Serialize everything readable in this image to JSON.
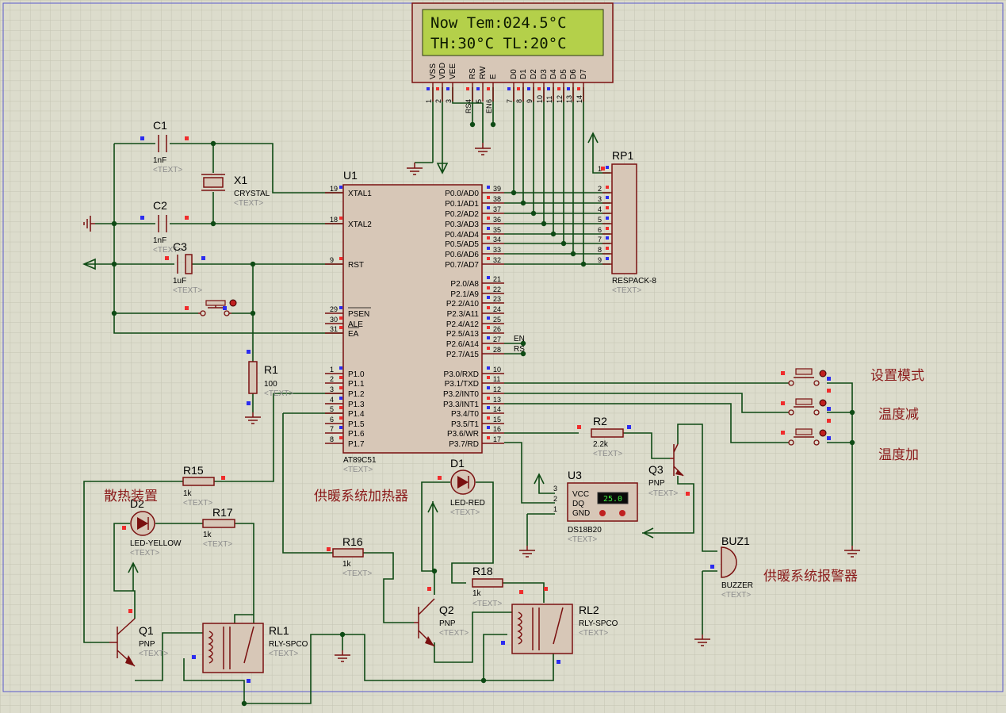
{
  "colors": {
    "background": "#dcdccc",
    "grid": "#c4c4b2",
    "wire": "#0e4a14",
    "component": "#7a1010",
    "body_fill": "#d7c7b7",
    "lcd_screen": "#b4d04a",
    "annotation": "#8b1a1a"
  },
  "lcd": {
    "line1": "Now Tem:024.5°C",
    "line2": "TH:30°C  TL:20°C",
    "pin_labels": [
      "VSS",
      "VDD",
      "VEE",
      "RS",
      "RW",
      "E",
      "D0",
      "D1",
      "D2",
      "D3",
      "D4",
      "D5",
      "D6",
      "D7"
    ],
    "pin_numbers": [
      "1",
      "2",
      "3",
      "4",
      "5",
      "6",
      "7",
      "8",
      "9",
      "10",
      "11",
      "12",
      "13",
      "14"
    ]
  },
  "mcu": {
    "ref": "U1",
    "part": "AT89C51",
    "text_placeholder": "<TEXT>",
    "left_pins": [
      {
        "num": "19",
        "name": "XTAL1"
      },
      {
        "num": "18",
        "name": "XTAL2"
      },
      {
        "num": "9",
        "name": "RST"
      },
      {
        "num": "29",
        "name": "PSEN"
      },
      {
        "num": "30",
        "name": "ALE"
      },
      {
        "num": "31",
        "name": "EA"
      },
      {
        "num": "1",
        "name": "P1.0"
      },
      {
        "num": "2",
        "name": "P1.1"
      },
      {
        "num": "3",
        "name": "P1.2"
      },
      {
        "num": "4",
        "name": "P1.3"
      },
      {
        "num": "5",
        "name": "P1.4"
      },
      {
        "num": "6",
        "name": "P1.5"
      },
      {
        "num": "7",
        "name": "P1.6"
      },
      {
        "num": "8",
        "name": "P1.7"
      }
    ],
    "right_pins": [
      {
        "num": "39",
        "name": "P0.0/AD0"
      },
      {
        "num": "38",
        "name": "P0.1/AD1"
      },
      {
        "num": "37",
        "name": "P0.2/AD2"
      },
      {
        "num": "36",
        "name": "P0.3/AD3"
      },
      {
        "num": "35",
        "name": "P0.4/AD4"
      },
      {
        "num": "34",
        "name": "P0.5/AD5"
      },
      {
        "num": "33",
        "name": "P0.6/AD6"
      },
      {
        "num": "32",
        "name": "P0.7/AD7"
      },
      {
        "num": "21",
        "name": "P2.0/A8"
      },
      {
        "num": "22",
        "name": "P2.1/A9"
      },
      {
        "num": "23",
        "name": "P2.2/A10"
      },
      {
        "num": "24",
        "name": "P2.3/A11"
      },
      {
        "num": "25",
        "name": "P2.4/A12"
      },
      {
        "num": "26",
        "name": "P2.5/A13"
      },
      {
        "num": "27",
        "name": "P2.6/A14"
      },
      {
        "num": "28",
        "name": "P2.7/A15"
      },
      {
        "num": "10",
        "name": "P3.0/RXD"
      },
      {
        "num": "11",
        "name": "P3.1/TXD"
      },
      {
        "num": "12",
        "name": "P3.2/INT0"
      },
      {
        "num": "13",
        "name": "P3.3/INT1"
      },
      {
        "num": "14",
        "name": "P3.4/T0"
      },
      {
        "num": "15",
        "name": "P3.5/T1"
      },
      {
        "num": "16",
        "name": "P3.6/WR"
      },
      {
        "num": "17",
        "name": "P3.7/RD"
      }
    ]
  },
  "net_labels": {
    "en": "EN",
    "rs": "RS"
  },
  "rp1": {
    "ref": "RP1",
    "part": "RESPACK-8",
    "text": "<TEXT>",
    "pins": [
      "1",
      "2",
      "3",
      "4",
      "5",
      "6",
      "7",
      "8",
      "9"
    ]
  },
  "c1": {
    "ref": "C1",
    "value": "1nF",
    "text": "<TEXT>"
  },
  "c2": {
    "ref": "C2",
    "value": "1nF",
    "text": "<TEXT>"
  },
  "c3": {
    "ref": "C3",
    "value": "1uF",
    "text": "<TEXT>"
  },
  "x1": {
    "ref": "X1",
    "value": "CRYSTAL",
    "text": "<TEXT>"
  },
  "r1": {
    "ref": "R1",
    "value": "100",
    "text": "<TEXT>"
  },
  "r2": {
    "ref": "R2",
    "value": "2.2k",
    "text": "<TEXT>"
  },
  "r15": {
    "ref": "R15",
    "value": "1k",
    "text": "<TEXT>"
  },
  "r16": {
    "ref": "R16",
    "value": "1k",
    "text": "<TEXT>"
  },
  "r17": {
    "ref": "R17",
    "value": "1k",
    "text": "<TEXT>"
  },
  "r18": {
    "ref": "R18",
    "value": "1k",
    "text": "<TEXT>"
  },
  "d1": {
    "ref": "D1",
    "value": "LED-RED",
    "text": "<TEXT>"
  },
  "d2": {
    "ref": "D2",
    "value": "LED-YELLOW",
    "text": "<TEXT>"
  },
  "q1": {
    "ref": "Q1",
    "value": "PNP",
    "text": "<TEXT>"
  },
  "q2": {
    "ref": "Q2",
    "value": "PNP",
    "text": "<TEXT>"
  },
  "q3": {
    "ref": "Q3",
    "value": "PNP",
    "text": "<TEXT>"
  },
  "u3": {
    "ref": "U3",
    "part": "DS18B20",
    "text": "<TEXT>",
    "pins": [
      "VCC",
      "DQ",
      "GND"
    ],
    "pin_numbers": [
      "3",
      "2",
      "1"
    ],
    "reading": "25.0"
  },
  "buz1": {
    "ref": "BUZ1",
    "value": "BUZZER",
    "text": "<TEXT>"
  },
  "rl1": {
    "ref": "RL1",
    "value": "RLY-SPCO",
    "text": "<TEXT>"
  },
  "rl2": {
    "ref": "RL2",
    "value": "RLY-SPCO",
    "text": "<TEXT>"
  },
  "annotations": {
    "set_mode": "设置模式",
    "temp_down": "温度减",
    "temp_up": "温度加",
    "cooling": "散热装置",
    "heater": "供暖系统加热器",
    "alarm": "供暖系统报警器"
  }
}
